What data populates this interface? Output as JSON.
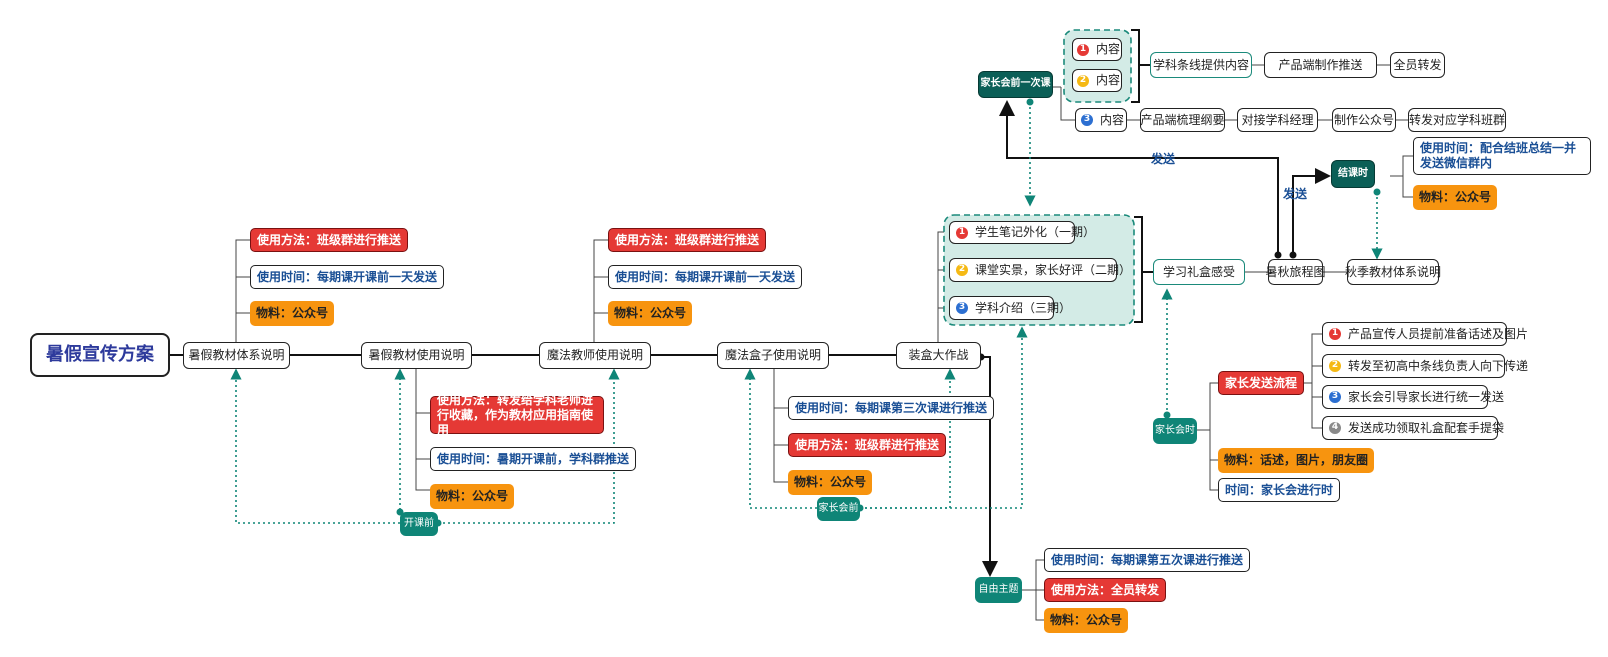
{
  "root": "暑假宣传方案",
  "spine": [
    "暑假教材体系说明",
    "暑假教材使用说明",
    "魔法教师使用说明",
    "魔法盒子使用说明",
    "装盒大作战"
  ],
  "detail_1": {
    "method": "使用方法：班级群进行推送",
    "time": "使用时间：每期课开课前一天发送",
    "material": "物料：公众号"
  },
  "detail_2": {
    "method": "使用方法：转发给学科老师进行收藏，作为教材应用指南使用",
    "time": "使用时间：暑期开课前，学科群推送",
    "material": "物料：公众号"
  },
  "detail_3": {
    "method": "使用方法：班级群进行推送",
    "time": "使用时间：每期课开课前一天发送",
    "material": "物料：公众号"
  },
  "detail_4": {
    "time": "使用时间：每期课第三次课进行推送",
    "method": "使用方法：班级群进行推送",
    "material": "物料：公众号"
  },
  "tags": {
    "kaike": "开课前",
    "jiazhang_hui_qian": "家长会前",
    "ziyou": "自由主题",
    "jiazhang_hui_shi": "家长会时",
    "jiazhang_qian_once": "家长会前一次课",
    "jieke": "结课时"
  },
  "ziyou_items": {
    "time": "使用时间：每期课第五次课进行推送",
    "method": "使用方法：全员转发",
    "material": "物料：公众号"
  },
  "boxes": {
    "items": [
      "学生笔记外化（一期）",
      "课堂实景，家长好评（二期）",
      "学科介绍（三期）"
    ]
  },
  "flow": {
    "gift": "学习礼盒感受",
    "map": "暑秋旅程图",
    "autumn": "秋季教材体系说明"
  },
  "jiazhang_hui": {
    "process": "家长发送流程",
    "steps": [
      "产品宣传人员提前准备话述及图片",
      "转发至初高中条线负责人向下传递",
      "家长会引导家长进行统一发送",
      "发送成功领取礼盒配套手提袋"
    ],
    "material": "物料：话述，图片，朋友圈",
    "time": "时间：家长会进行时"
  },
  "content": {
    "label": "内容",
    "chain_a": [
      "学科条线提供内容",
      "产品端制作推送",
      "全员转发"
    ],
    "chain_b": [
      "产品端梳理纲要",
      "对接学科经理",
      "制作公众号",
      "转发对应学科班群"
    ]
  },
  "jieke_items": {
    "time": "使用时间：配合结班总结一并发送微信群内",
    "material": "物料：公众号"
  },
  "edge_labels": {
    "send1": "发送",
    "send2": "发送"
  },
  "nums": [
    "1",
    "2",
    "3",
    "4"
  ],
  "colors": {
    "red": "#e53935",
    "orange": "#f7940f",
    "teal": "#0f8577",
    "blue_text": "#1a4f95",
    "dark_teal": "#0b5f57"
  }
}
